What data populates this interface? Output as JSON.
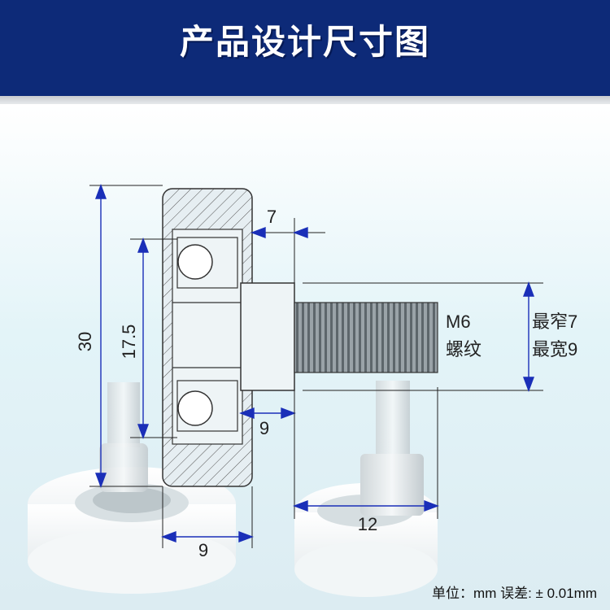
{
  "header": {
    "title": "产品设计尺寸图"
  },
  "dimensions": {
    "overall_height": "30",
    "bearing_pitch": "17.5",
    "shoulder_width": "7",
    "stud_offset": "9",
    "wheel_width": "9",
    "bottom_length": "12"
  },
  "thread": {
    "spec": "M6",
    "label": "螺纹"
  },
  "stud_width": {
    "min": "最窄7",
    "max": "最宽9"
  },
  "footer": {
    "note": "单位：mm 误差: ± 0.01mm"
  },
  "colors": {
    "header_bg": "#0d2a78",
    "dimension_line": "#1a2fb8",
    "outline": "#333333"
  }
}
